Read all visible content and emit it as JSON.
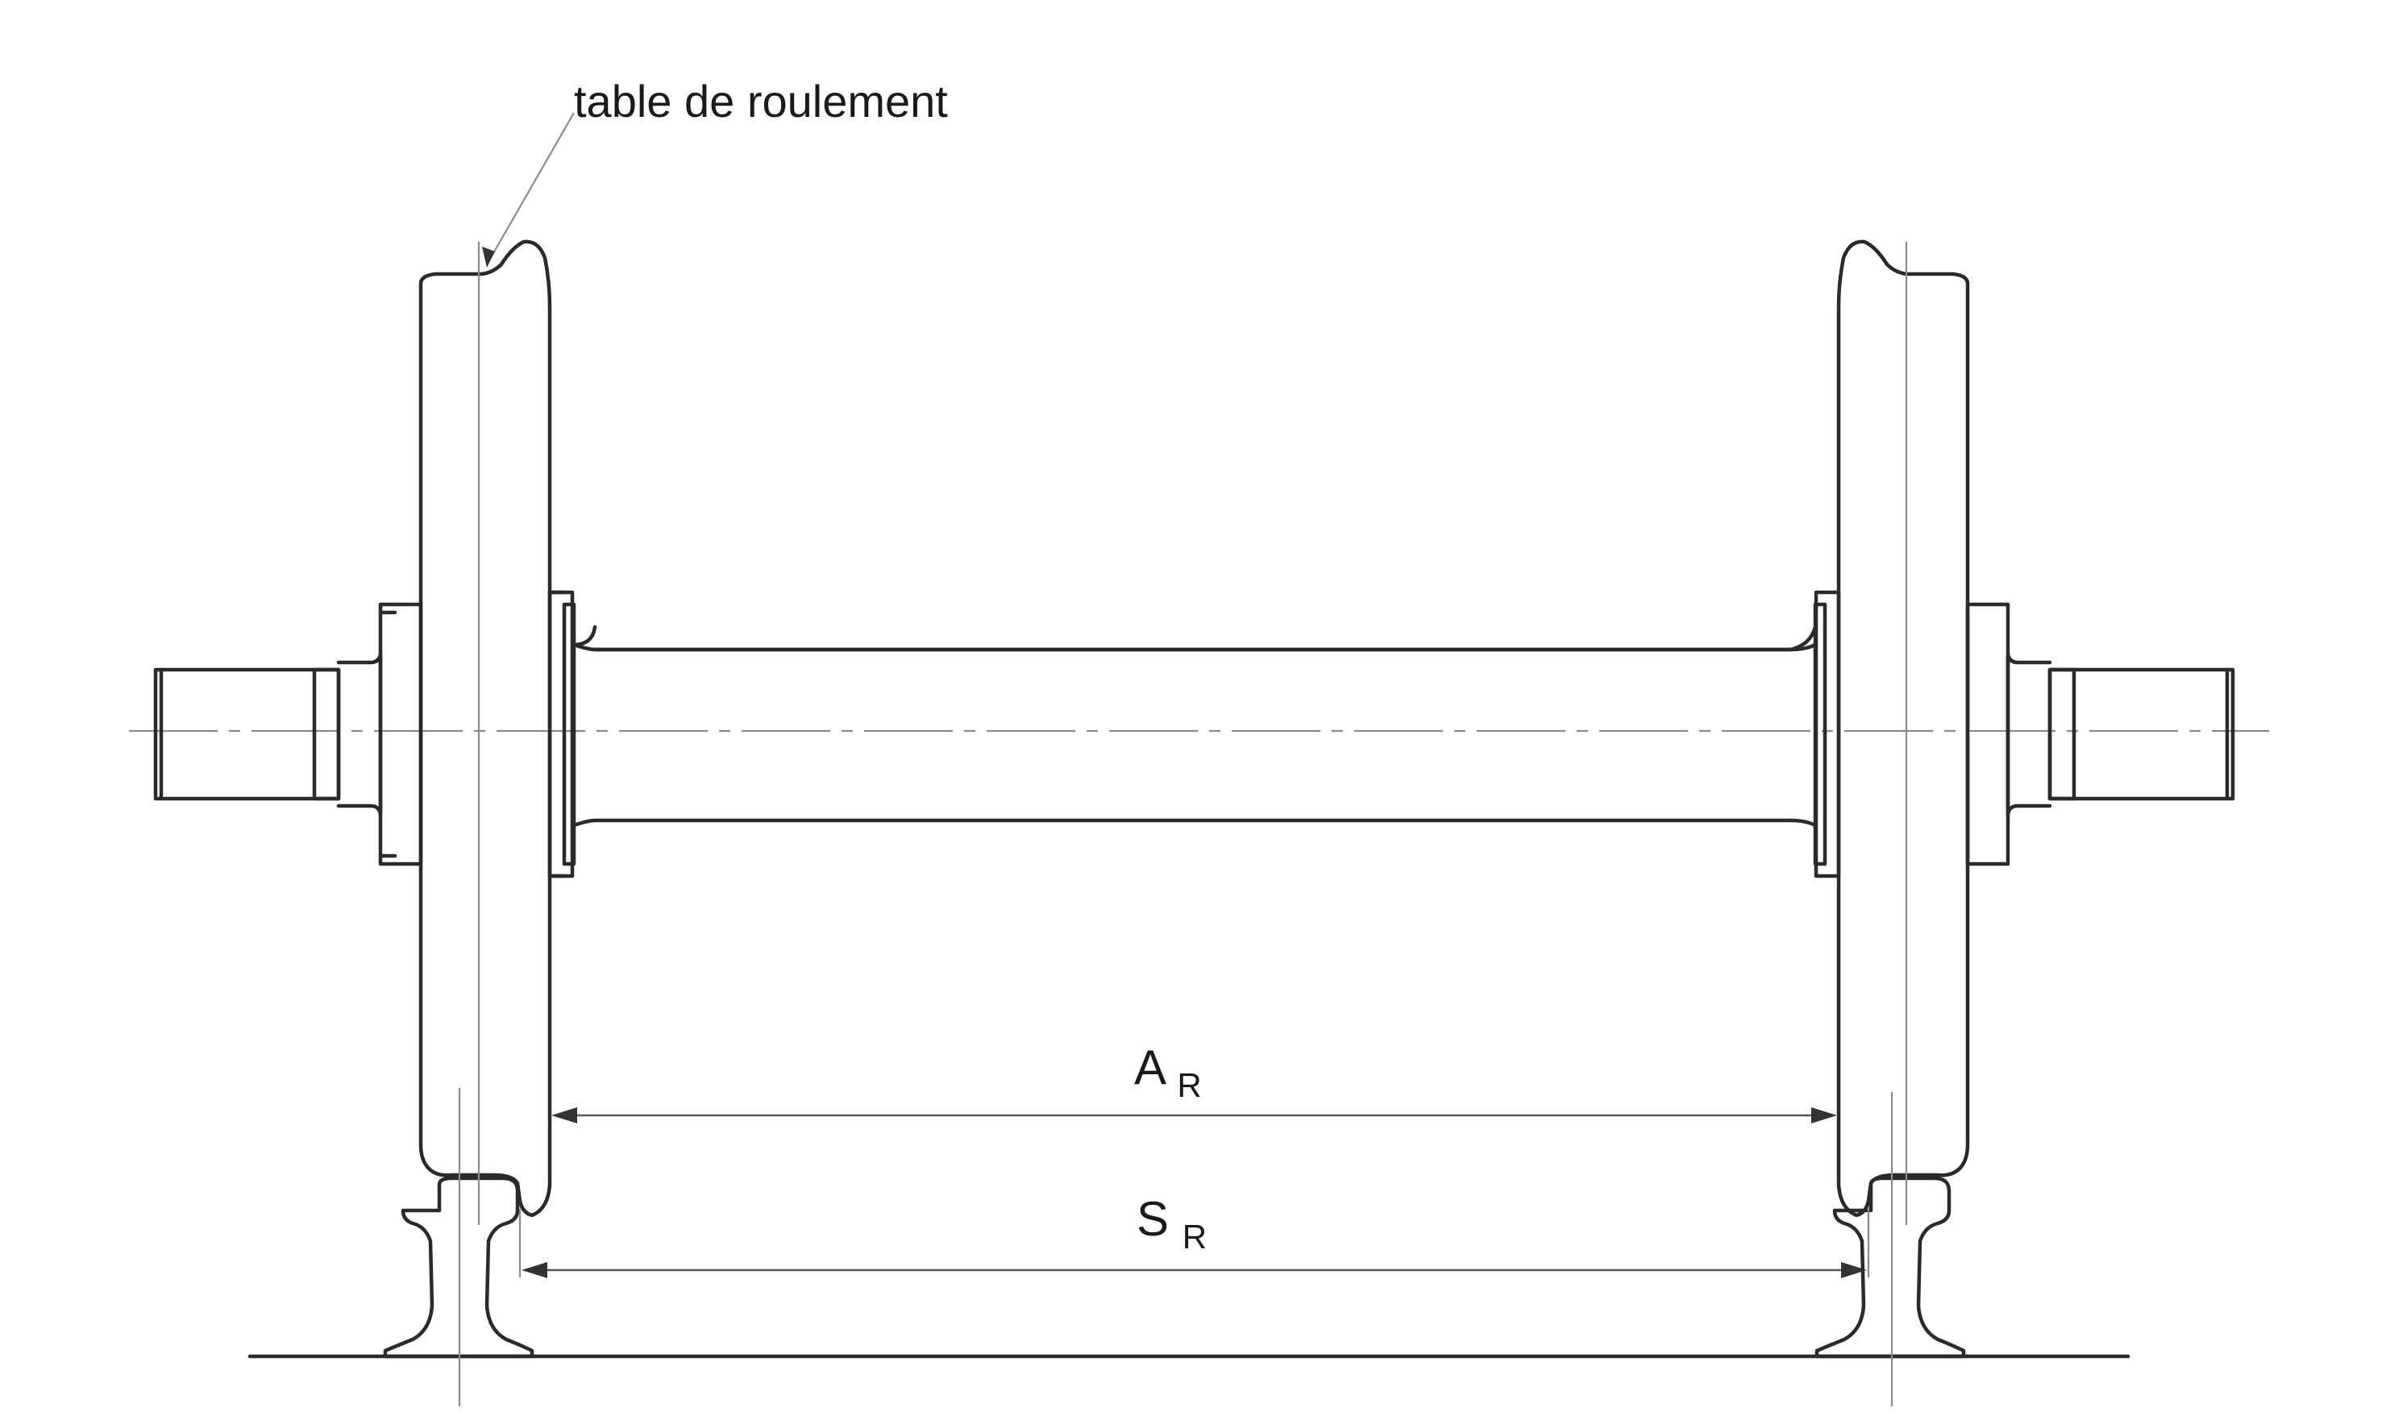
{
  "labels": {
    "running_surface": "table de roulement",
    "dim_a_main": "A",
    "dim_a_sub": "R",
    "dim_s_main": "S",
    "dim_s_sub": "R"
  }
}
